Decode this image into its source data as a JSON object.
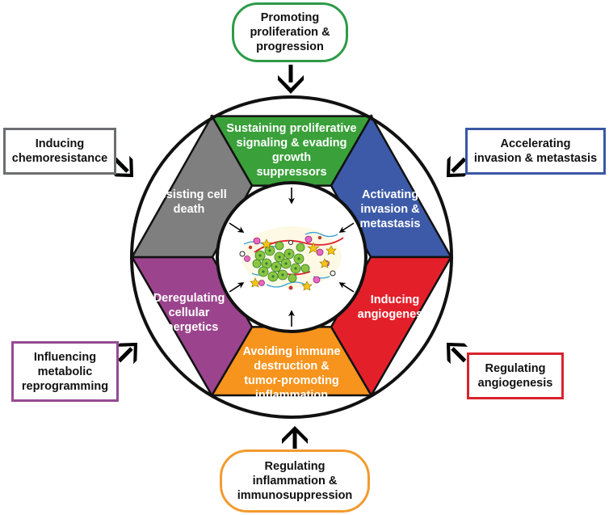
{
  "center_image": "tumor-microenvironment-illustration",
  "segments": [
    {
      "id": "proliferative",
      "lines": [
        "Sustaining proliferative",
        "signaling & evading",
        "growth",
        "suppressors"
      ],
      "color": "#3aa03a"
    },
    {
      "id": "invasion",
      "lines": [
        "Activating",
        "invasion &",
        "metastasis"
      ],
      "color": "#3c5aa8"
    },
    {
      "id": "angiogenesis",
      "lines": [
        "Inducing",
        "angiogenesis"
      ],
      "color": "#e3202a"
    },
    {
      "id": "immune",
      "lines": [
        "Avoiding immune",
        "destruction &",
        "tumor-promoting",
        "inflammation"
      ],
      "color": "#f7941d"
    },
    {
      "id": "energetics",
      "lines": [
        "Deregulating",
        "cellular",
        "energetics"
      ],
      "color": "#9b448d"
    },
    {
      "id": "cell-death",
      "lines": [
        "Resisting cell",
        "death"
      ],
      "color": "#7f7f7f"
    }
  ],
  "outer_boxes": [
    {
      "id": "proliferation",
      "lines": [
        "Promoting",
        "proliferation &",
        "progression"
      ],
      "border": "#2e9a48",
      "shape": "rounded"
    },
    {
      "id": "invasion-metastasis",
      "lines": [
        "Accelerating",
        "invasion & metastasis"
      ],
      "border": "#3a57a5",
      "shape": "rect"
    },
    {
      "id": "regulating-angiogenesis",
      "lines": [
        "Regulating",
        "angiogenesis"
      ],
      "border": "#d9232e",
      "shape": "rect"
    },
    {
      "id": "inflammation",
      "lines": [
        "Regulating",
        "inflammation &",
        "immunosuppression"
      ],
      "border": "#f39a2e",
      "shape": "rounded"
    },
    {
      "id": "metabolic",
      "lines": [
        "Influencing",
        "metabolic",
        "reprogramming"
      ],
      "border": "#964a93",
      "shape": "rect"
    },
    {
      "id": "chemoresistance",
      "lines": [
        "Inducing",
        "chemoresistance"
      ],
      "border": "#6d6e71",
      "shape": "rect"
    }
  ]
}
